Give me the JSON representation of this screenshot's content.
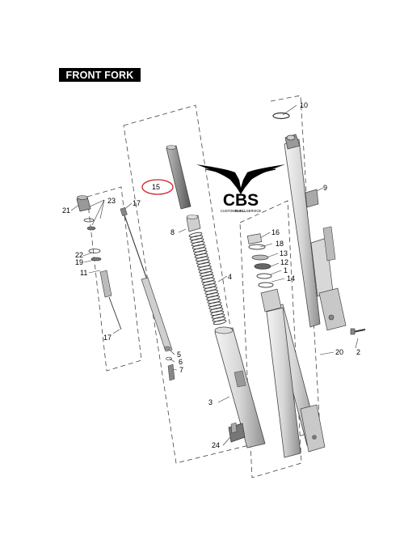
{
  "title": "FRONT FORK",
  "logo": {
    "brand": "CBS",
    "tagline": "CUSTOM BUELL SERVICE",
    "tagline_parts": [
      "CUSTOM",
      "BUELL",
      "SERVICE"
    ]
  },
  "highlight": {
    "part": "15",
    "color": "#d0202a"
  },
  "parts": {
    "p1": "1",
    "p2": "2",
    "p3": "3",
    "p4": "4",
    "p5": "5",
    "p6": "6",
    "p7": "7",
    "p8": "8",
    "p9": "9",
    "p10": "10",
    "p11": "11",
    "p12": "12",
    "p13": "13",
    "p14": "14",
    "p15": "15",
    "p16": "16",
    "p17a": "17",
    "p17b": "17",
    "p18": "18",
    "p19": "19",
    "p20": "20",
    "p21": "21",
    "p22": "22",
    "p23": "23",
    "p24": "24"
  }
}
